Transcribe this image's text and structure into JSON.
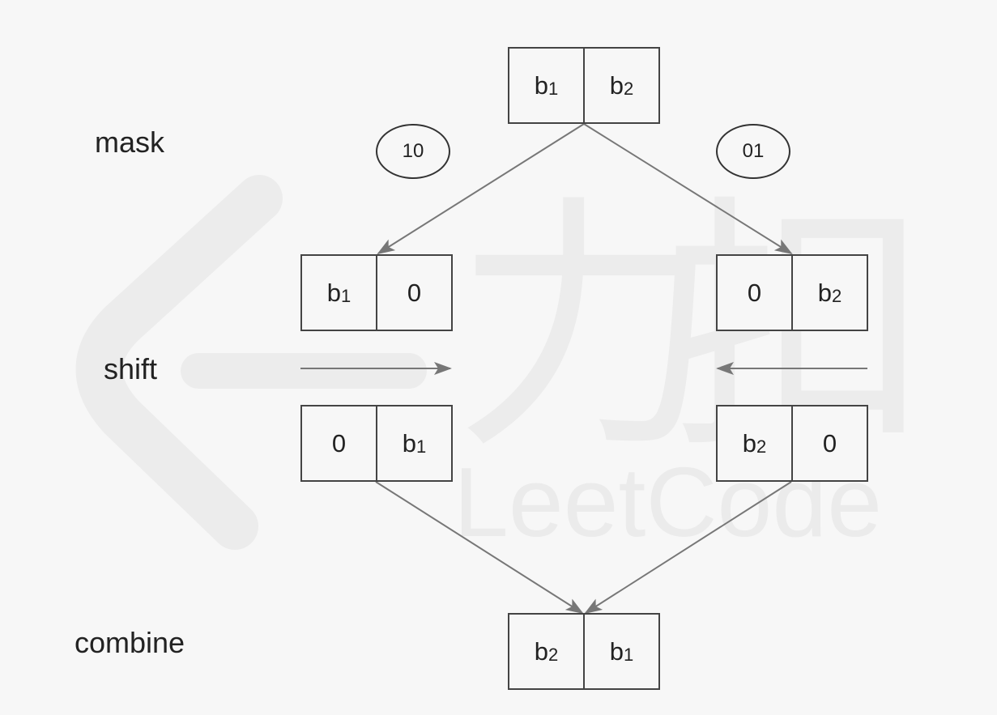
{
  "watermark": {
    "text": "LeetCode",
    "glyph_left": "力",
    "glyph_right": "扣"
  },
  "steps": {
    "mask": "mask",
    "shift": "shift",
    "combine": "combine"
  },
  "masks": {
    "left": "10",
    "right": "01"
  },
  "boxes": {
    "top": [
      {
        "base": "b",
        "sub": "1"
      },
      {
        "base": "b",
        "sub": "2"
      }
    ],
    "mask_left": [
      {
        "base": "b",
        "sub": "1"
      },
      {
        "base": "0",
        "sub": ""
      }
    ],
    "mask_right": [
      {
        "base": "0",
        "sub": ""
      },
      {
        "base": "b",
        "sub": "2"
      }
    ],
    "shift_left": [
      {
        "base": "0",
        "sub": ""
      },
      {
        "base": "b",
        "sub": "1"
      }
    ],
    "shift_right": [
      {
        "base": "b",
        "sub": "2"
      },
      {
        "base": "0",
        "sub": ""
      }
    ],
    "bottom": [
      {
        "base": "b",
        "sub": "2"
      },
      {
        "base": "b",
        "sub": "1"
      }
    ]
  },
  "colors": {
    "arrow": "#777777",
    "border": "#444444",
    "watermark": "#e9e9e9"
  }
}
